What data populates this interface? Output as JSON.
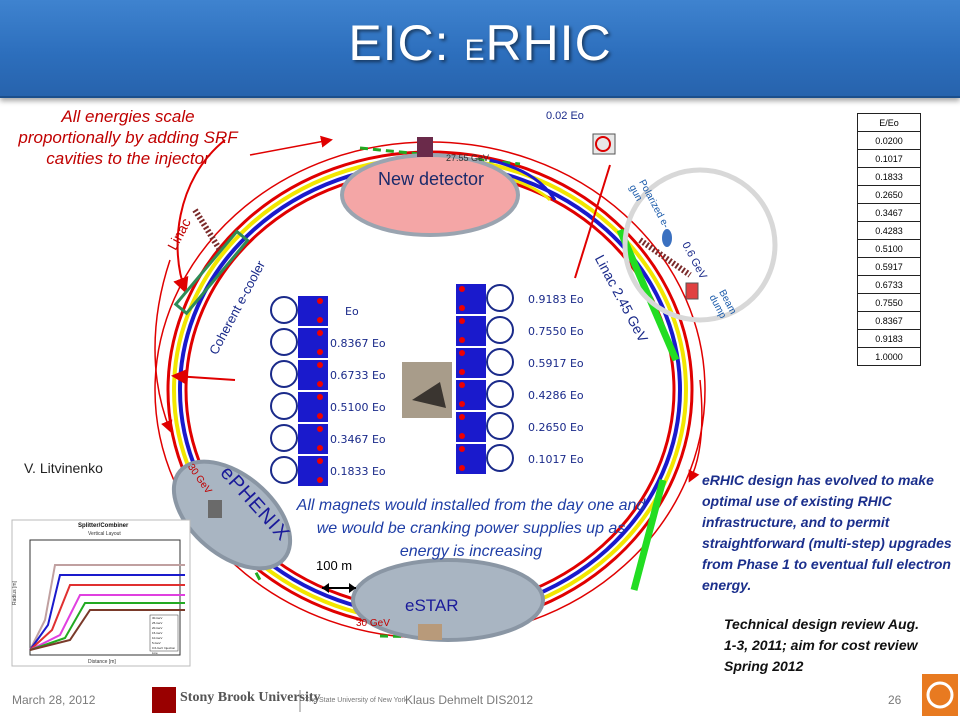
{
  "slide": {
    "title_prefix": "EIC: ",
    "title_small": "E",
    "title_main": "RHIC"
  },
  "notes": {
    "energy_scaling": "All energies scale proportionally by adding SRF cavities to the injector",
    "magnets": "All magnets would installed from the day one and we would be cranking power supplies up as energy is increasing",
    "design": "eRHIC design has evolved to make optimal use of existing RHIC infrastructure, and to permit straightforward (multi-step) upgrades from Phase 1 to eventual full electron energy.",
    "review": "Technical design review Aug. 1-3, 2011; aim for cost review Spring 2012",
    "author": "V. Litvinenko"
  },
  "diagram": {
    "new_detector": "New detector",
    "ephenix": "ePHENIX",
    "estar": "eSTAR",
    "linac": "Linac",
    "linac_main": "Linac 2.45 GeV",
    "cooler": "Coherent e-cooler",
    "gun": "Polarized e-gun",
    "gun_energy": "0.6 GeV",
    "beam_dump": "Beam dump",
    "e_top": "27.55 GeV",
    "e_phenix": "30 GeV",
    "e_star": "30 GeV",
    "e_min": "0.02 Eo",
    "scale": "100 m"
  },
  "left_energies": [
    "Eo",
    "0.8367 Eo",
    "0.6733 Eo",
    "0.5100 Eo",
    "0.3467 Eo",
    "0.1833 Eo"
  ],
  "right_energies": [
    "0.9183 Eo",
    "0.7550 Eo",
    "0.5917 Eo",
    "0.4286 Eo",
    "0.2650 Eo",
    "0.1017  Eo"
  ],
  "table": {
    "header": "E/Eo",
    "values": [
      "0.0200",
      "0.1017",
      "0.1833",
      "0.2650",
      "0.3467",
      "0.4283",
      "0.5100",
      "0.5917",
      "0.6733",
      "0.7550",
      "0.8367",
      "0.9183",
      "1.0000"
    ]
  },
  "plot": {
    "title": "Splitter/Combiner",
    "subtitle": "Vertical Layout",
    "xlabel": "Distance [m]",
    "ylabel": "Radius [m]",
    "legend": [
      "30-GeV",
      "25-GeV",
      "20-GeV",
      "15-GeV",
      "10-GeV",
      "5-GeV",
      "0.6-GeV Injection Line"
    ]
  },
  "footer": {
    "date": "March 28, 2012",
    "university": "Stony Brook University",
    "university_sub": "The State University of New York",
    "presenter": "Klaus Dehmelt DIS2012",
    "page": "26"
  },
  "colors": {
    "title_bar": "#2d6fbd",
    "red_ring": "#e00000",
    "blue_ring": "#1a1acc",
    "yellow_ring": "#f2e600",
    "linac_green": "#22dd22"
  }
}
